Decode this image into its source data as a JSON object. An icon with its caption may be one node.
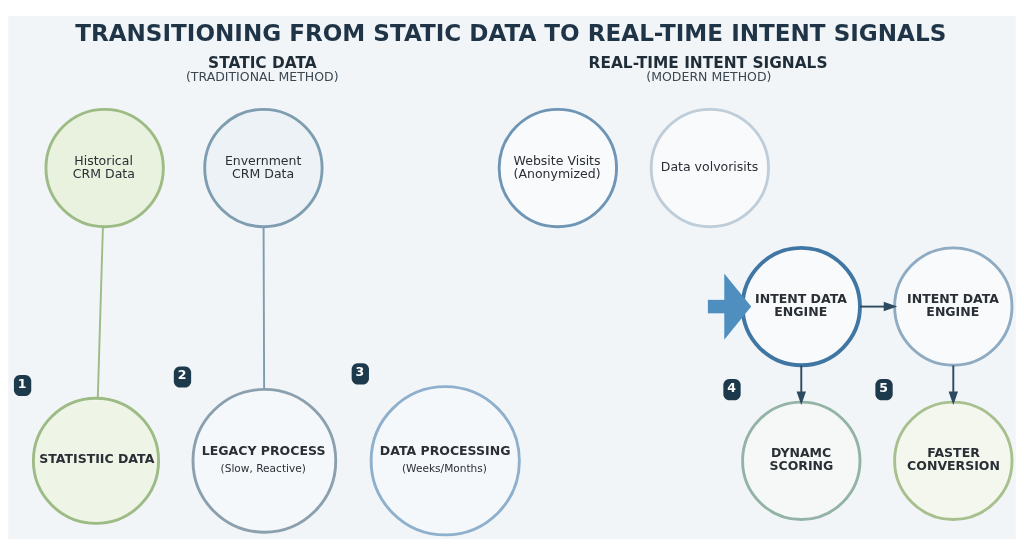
{
  "diagram": {
    "title": "TRANSITIONING FROM STATIC DATA TO REAL-TIME INTENT SIGNALS",
    "nodes": [
      {
        "text": [
          "Historical CRM Data"
        ]
      },
      {
        "text": [
          "Envernment CRM Data"
        ]
      },
      {
        "text": [
          "Website Visits (Anonymized)"
        ]
      },
      {
        "text": [
          "Data volvorisits"
        ]
      },
      {
        "text": [
          "INTENT DATA ENGINE"
        ]
      },
      {
        "text": [
          "INTENT DATA ENGINE"
        ]
      },
      {
        "text": [
          "STATISTIIC DATA"
        ],
        "beside": [
          "1"
        ]
      },
      {
        "text": [
          "LEGACY PROCESS",
          "(Slow, Reactive)"
        ],
        "beside": [
          "2"
        ]
      },
      {
        "text": [
          "DATA PROCESSING",
          "(Weeks/Months)"
        ],
        "beside": [
          "3"
        ]
      },
      {
        "text": [
          "DYNAMC SCORING"
        ],
        "beside": [
          "4"
        ]
      },
      {
        "text": [
          "FASTER CONVERSION"
        ],
        "beside": [
          "5"
        ]
      }
    ],
    "edges": [
      {
        "from": 0,
        "to": 6,
        "arrow": "none",
        "color": "#9dbb84"
      },
      {
        "from": 1,
        "to": 7,
        "arrow": "none",
        "color": "#7f9db0"
      },
      {
        "from": null,
        "to": 4,
        "arrow": "to",
        "style": "thick",
        "color": "#4f8fc0"
      },
      {
        "from": 4,
        "to": 5,
        "arrow": "to"
      },
      {
        "from": 4,
        "to": 9,
        "arrow": "to"
      },
      {
        "from": 5,
        "to": 10,
        "arrow": "to"
      }
    ],
    "labels": [
      "STATIC DATA",
      "(TRADITIONAL METHOD)",
      "REAL-TIME INTENT SIGNALS",
      "(MODERN METHOD)"
    ]
  }
}
